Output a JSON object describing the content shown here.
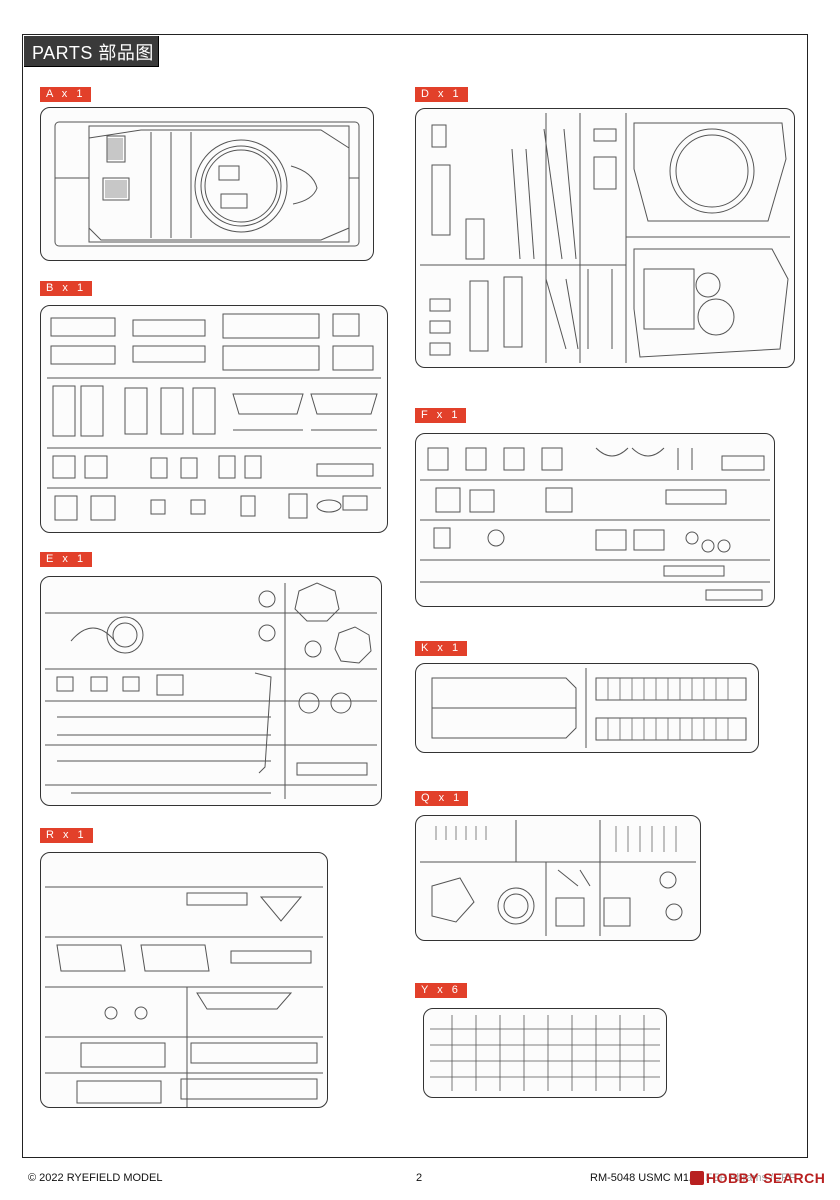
{
  "header": {
    "title": "PARTS  部品图"
  },
  "sprues": [
    {
      "id": "A",
      "label": "A x 1"
    },
    {
      "id": "B",
      "label": "B x 1"
    },
    {
      "id": "E",
      "label": "E x 1"
    },
    {
      "id": "R",
      "label": "R x 1"
    },
    {
      "id": "D",
      "label": "D x 1"
    },
    {
      "id": "F",
      "label": "F x 1"
    },
    {
      "id": "K",
      "label": "K x 1"
    },
    {
      "id": "Q",
      "label": "Q x 1"
    },
    {
      "id": "Y",
      "label": "Y x 6"
    }
  ],
  "footer": {
    "copyright": "© 2022 RYEFIELD MODEL",
    "page_number": "2",
    "product": "RM-5048 USMC M1A1 FEP Abrams /CRP"
  },
  "watermark": {
    "text": "HOBBY SEARCH"
  },
  "colors": {
    "accent": "#e2402a",
    "title_bg": "#3a3a3a",
    "line": "#333333"
  }
}
